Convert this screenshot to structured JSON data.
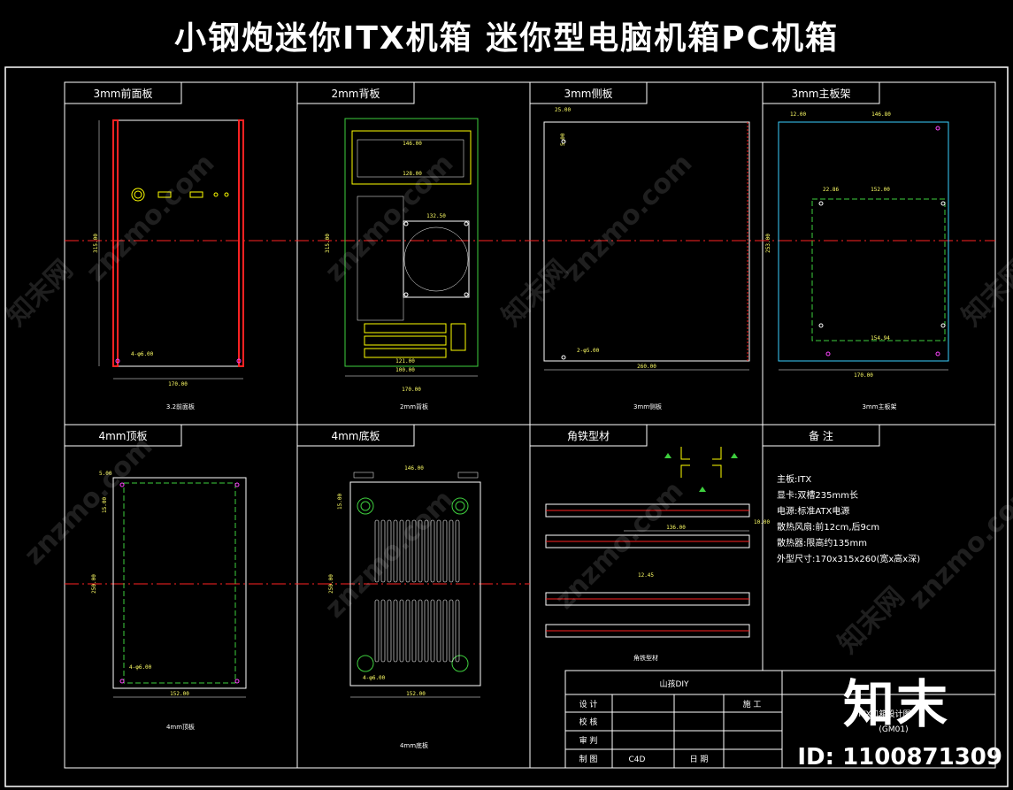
{
  "title": "小钢炮迷你ITX机箱 迷你型电脑机箱PC机箱",
  "panels": [
    {
      "label": "3mm前面板",
      "caption": "3.2前面板"
    },
    {
      "label": "2mm背板",
      "caption": "2mm背板"
    },
    {
      "label": "3mm侧板",
      "caption": "3mm侧板"
    },
    {
      "label": "3mm主板架",
      "caption": "3mm主板架"
    },
    {
      "label": "4mm顶板",
      "caption": "4mm顶板"
    },
    {
      "label": "4mm底板",
      "caption": "4mm底板"
    },
    {
      "label": "角铁型材",
      "caption": "角铁型材"
    },
    {
      "label": "备 注"
    }
  ],
  "dims": {
    "front_w": "170.00",
    "front_h": "315.00",
    "front_hole": "4-φ6.00",
    "back_w": "170.00",
    "back_h": "315.00",
    "back_a": "146.00",
    "back_b": "128.00",
    "back_c": "132.50",
    "back_d": "121.00",
    "back_e": "100.00",
    "side_w": "260.00",
    "side_a": "25.00",
    "side_b": "5.00",
    "side_hole": "2-φ5.00",
    "mb_w": "170.00",
    "mb_a": "146.80",
    "mb_b": "152.00",
    "mb_c": "154.94",
    "mb_d": "12.00",
    "mb_e": "22.86",
    "mb_h": "253.00",
    "top_w": "152.00",
    "top_h": "250.00",
    "top_a": "5.00",
    "top_b": "15.00",
    "top_hole": "4-φ6.00",
    "bot_w": "152.00",
    "bot_h": "250.00",
    "bot_a": "146.00",
    "bot_b": "15.00",
    "bot_hole": "4-φ6.00",
    "angle_a": "136.00",
    "angle_b": "10.00",
    "angle_c": "12.45"
  },
  "notes": [
    "主板:ITX",
    "显卡:双槽235mm长",
    "电源:标准ATX电源",
    "散热风扇:前12cm,后9cm",
    "散热器:限高约135mm",
    "外型尺寸:170x315x260(宽x高x深)"
  ],
  "titleblock": {
    "company": "山孩DIY",
    "project": "ITX机箱设计图",
    "code": "(GM01)",
    "r1": "设 计",
    "r2": "校 核",
    "r3": "审 判",
    "r4": "制 图",
    "c4": "C4D",
    "date": "日 期",
    "approve": "施 工"
  },
  "watermark": "znzmo.com",
  "watermark_cn": "知末网",
  "logo": "知末",
  "id_text": "ID: 1100871309",
  "colors": {
    "frame": "#ffffff",
    "red_line": "#ff2222",
    "green": "#3ecf3e",
    "yellow": "#ffff00",
    "cyan": "#3ad0ff",
    "white": "#ffffff"
  }
}
